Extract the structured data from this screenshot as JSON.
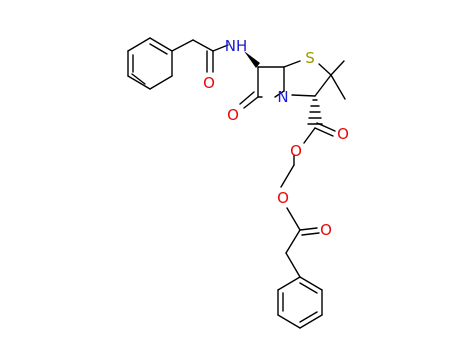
{
  "colors": {
    "bond": "#000000",
    "oxygen": "#e8080a",
    "nitrogen": "#1c1cd6",
    "sulfur": "#9a9a00"
  },
  "atoms": {
    "nh": "NH",
    "amide_o": "O",
    "s": "S",
    "ring_n": "N",
    "lactam_o": "O",
    "ester_o_carbonyl": "O",
    "ester_o_bridge": "O",
    "acyloxy_o_bridge": "O",
    "acyloxy_o_carbonyl": "O"
  }
}
